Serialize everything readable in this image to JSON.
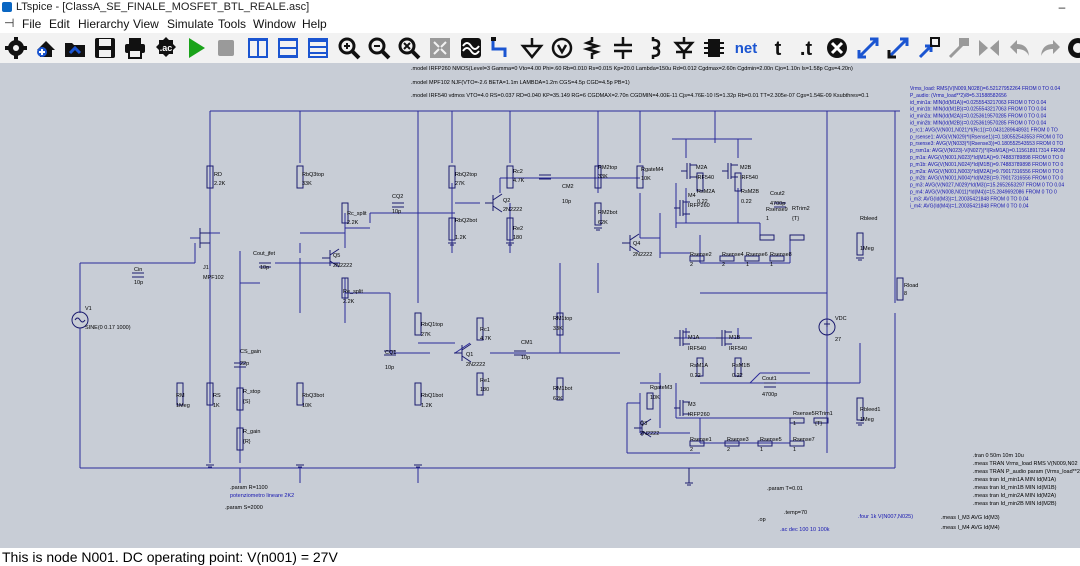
{
  "window": {
    "title": "LTspice - [ClassA_SE_FINALE_MOSFET_BTL_REALE.asc]",
    "app_icon": "ltspice-icon"
  },
  "menu": [
    "File",
    "Edit",
    "Hierarchy",
    "View",
    "Simulate",
    "Tools",
    "Window",
    "Help"
  ],
  "toolbar": [
    {
      "name": "settings",
      "icon": "gear-icon"
    },
    {
      "name": "new-schematic",
      "icon": "new-schematic-icon"
    },
    {
      "name": "open",
      "icon": "open-folder-icon"
    },
    {
      "name": "save",
      "icon": "save-icon"
    },
    {
      "name": "print",
      "icon": "print-icon"
    },
    {
      "name": "spice-directive-file",
      "icon": "ac-icon"
    },
    {
      "name": "run",
      "icon": "run-icon"
    },
    {
      "name": "halt",
      "icon": "halt-icon"
    },
    {
      "name": "tile-vertical",
      "icon": "tile-vertical-icon"
    },
    {
      "name": "tile-horizontal",
      "icon": "tile-horizontal-icon"
    },
    {
      "name": "cascade",
      "icon": "cascade-icon"
    },
    {
      "name": "zoom-in",
      "icon": "zoom-in-icon"
    },
    {
      "name": "zoom-out",
      "icon": "zoom-out-icon"
    },
    {
      "name": "zoom-fit",
      "icon": "zoom-fit-icon"
    },
    {
      "name": "zoom-area",
      "icon": "zoom-area-icon"
    },
    {
      "name": "waveform",
      "icon": "waveform-icon"
    },
    {
      "name": "draw-wire",
      "icon": "wire-icon"
    },
    {
      "name": "ground",
      "icon": "ground-icon"
    },
    {
      "name": "net-label",
      "icon": "net-label-icon"
    },
    {
      "name": "resistor",
      "icon": "resistor-icon"
    },
    {
      "name": "capacitor",
      "icon": "capacitor-icon"
    },
    {
      "name": "inductor",
      "icon": "inductor-icon"
    },
    {
      "name": "diode",
      "icon": "diode-icon"
    },
    {
      "name": "component",
      "icon": "component-icon"
    },
    {
      "name": "netlist",
      "icon": "netlist-icon",
      "label": "net"
    },
    {
      "name": "label-bold",
      "icon": "text-icon",
      "label": "t"
    },
    {
      "name": "spice-directive",
      "icon": "directive-icon",
      "label": ".t"
    },
    {
      "name": "delete",
      "icon": "delete-icon"
    },
    {
      "name": "move",
      "icon": "move-icon"
    },
    {
      "name": "drag",
      "icon": "drag-icon"
    },
    {
      "name": "duplicate",
      "icon": "duplicate-icon"
    },
    {
      "name": "paste",
      "icon": "paste-icon"
    },
    {
      "name": "mirror",
      "icon": "mirror-icon"
    },
    {
      "name": "undo",
      "icon": "undo-icon"
    },
    {
      "name": "redo",
      "icon": "redo-icon"
    },
    {
      "name": "find",
      "icon": "find-icon"
    }
  ],
  "directives_top": [
    ".model IRFP260 NMOS(Level=3 Gamma=0 Vto=4.00 Phi=.60 Rb=0.010 Rs=0.015 Kp=20.0 Lambda=150u Rd=0.012 Cgdmax=2.60n Cgdmin=2.00n Cjo=1.10n Is=1.58p Cgs=4.20n)",
    ".model MPF102 NJF(VTO=-2.6 BETA=1.1m LAMBDA=1.2m CGS=4.5p CGD=4.5p PB=1)",
    ".model IRF540 vdmos VTO=4.0 RS=0.037 RD=0.040 KP=35.149 RG=6 CGDMAX=2.70n CGDMIN=4.00E-11 Cjs=4.76E-10 IS=1.32p Rb=0.01 TT=2.305e-07 Cgs=1.54E-09 Ksubthres=0.1"
  ],
  "meas_right": [
    "Vrms_load: RMS(V(N009,N028))=6.52127952264 FROM 0 TO 0.04",
    "P_audio: (Vrms_load**2)/8=5.31588582656",
    "id_min1a: MIN(Id(M1A))=0.0255543217063 FROM 0 TO 0.04",
    "id_min1b: MIN(Id(M1B))=0.0255543217063 FROM 0 TO 0.04",
    "id_min2a: MIN(Id(M2A))=0.0253619570285 FROM 0 TO 0.04",
    "id_min2b: MIN(Id(M2B))=0.0253619570285 FROM 0 TO 0.04",
    "p_rc1: AVG(V(N001,N021)*I(Rc1))=0.0431289648931 FROM 0 TO",
    "p_rsense1: AVG(V(N029)*I(Rsense1))=0.180552543553 FROM 0 TO",
    "p_rsense3: AVG(V(N033)*I(Rsense3))=0.180552543553 FROM 0 TO",
    "p_rsm1a: AVG(V(N023)-V(N027))*I(RsM1A))=0.115618917314 FROM",
    "p_m1a: AVG(V(N001,N023)*Id(M1A))=9.74883789898 FROM 0 TO 0",
    "p_m1b: AVG(V(N001,N024)*Id(M1B))=9.74883789898 FROM 0 TO 0",
    "p_m2a: AVG(V(N001,N003)*Id(M2A))=9.79017316556 FROM 0 TO 0",
    "p_m2b: AVG(V(N001,N004)*Id(M2B))=9.79017316556 FROM 0 TO 0",
    "p_m3: AVG(V(N027,N029)*Id(M3))=15.2652653297 FROM 0 TO 0.04",
    "p_m4: AVG(V(N008,N011)*Id(M4))=15.2849692086 FROM 0 TO 0",
    "i_m3: AVG(Id(M3))=1.20035421848 FROM 0 TO 0.04",
    "i_m4: AVG(Id(M4))=1.20035421848 FROM 0 TO 0.04"
  ],
  "directives_bottom_right": [
    ".tran 0 50m 10m 10u",
    ".meas TRAN Vrms_load RMS V(N009,N02",
    ".meas TRAN P_audio param (Vrms_load**2",
    ".meas tran Id_min1A MIN Id(M1A)",
    ".meas tran Id_min1B MIN Id(M1B)",
    ".meas tran Id_min2A MIN Id(M2A)",
    ".meas tran Id_min2B MIN Id(M2B)"
  ],
  "directives_bottom": {
    "param_r": ".param R=1100",
    "pot_comment": "potenziometro lineare 2K2",
    "param_s": ".param S=2000",
    "param_t": ".param T=0.01",
    "temp": ".temp=70",
    "op": ".op",
    "ac": ".ac dec 100 10 100k",
    "four": ".four 1k V(N007,N025)",
    "meas_i_m3": ".meas I_M3 AVG Id(M3)",
    "meas_i_m4": ".meas I_M4 AVG Id(M4)"
  },
  "components": {
    "rd": {
      "name": "RD",
      "value": "2.2K"
    },
    "rbq3top": {
      "name": "RbQ3top",
      "value": "33K"
    },
    "rbq2top": {
      "name": "RbQ2top",
      "value": "27K"
    },
    "rc2": {
      "name": "Rc2",
      "value": "4.7K"
    },
    "rm2top": {
      "name": "RM2top",
      "value": "33K"
    },
    "rgatem4": {
      "name": "RgateM4",
      "value": "10K"
    },
    "m2a": {
      "name": "M2A",
      "value": "IRF540"
    },
    "m2b": {
      "name": "M2B",
      "value": "IRF540"
    },
    "rsm2a": {
      "name": "RsM2A",
      "value": "0.22"
    },
    "rsm2b": {
      "name": "RsM2B",
      "value": "0.22"
    },
    "cout2": {
      "name": "Cout2",
      "value": "4700p"
    },
    "cq2": {
      "name": "CQ2",
      "value": "10p"
    },
    "rc_split": {
      "name": "Rc_split",
      "value": "2.2K"
    },
    "q2": {
      "name": "Q2",
      "value": "2N2222"
    },
    "cm2": {
      "name": "CM2",
      "value": "10p"
    },
    "rbq2bot": {
      "name": "RbQ2bot",
      "value": "1.2K"
    },
    "re2": {
      "name": "Re2",
      "value": "180"
    },
    "rm2bot": {
      "name": "RM2bot",
      "value": "62K"
    },
    "m4": {
      "name": "M4",
      "value": "IRFP260"
    },
    "rsense9": {
      "name": "Rsense9",
      "value": "1"
    },
    "rtrim2": {
      "name": "RTrim2",
      "value": "{T}"
    },
    "rbleed": {
      "name": "Rbleed",
      "value": "1Meg"
    },
    "q4": {
      "name": "Q4",
      "value": "2N2222"
    },
    "rsense2": {
      "name": "Rsense2",
      "value": "2"
    },
    "rsense4": {
      "name": "Rsense4",
      "value": "2"
    },
    "rsense6": {
      "name": "Rsense6",
      "value": "1"
    },
    "rsense8": {
      "name": "Rsense8",
      "value": "1"
    },
    "cout_jfet": {
      "name": "Cout_jfet",
      "value": "10p"
    },
    "j1": {
      "name": "J1",
      "value": "MPF102"
    },
    "q5": {
      "name": "Q5",
      "value": "2N2222"
    },
    "cin": {
      "name": "Cin",
      "value": "10p"
    },
    "re_split": {
      "name": "Re_split",
      "value": "2.2K"
    },
    "rload": {
      "name": "Rload",
      "value": "8"
    },
    "v1": {
      "name": "V1",
      "value": "SINE(0 0.17 1000)"
    },
    "rm1top": {
      "name": "RM1top",
      "value": "33K"
    },
    "vdc": {
      "name": "VDC",
      "value": "27"
    },
    "rbq1top": {
      "name": "RbQ1top",
      "value": "27K"
    },
    "rc1": {
      "name": "Rc1",
      "value": "4.7K"
    },
    "m1a": {
      "name": "M1A",
      "value": "IRF540"
    },
    "m1b": {
      "name": "M1B",
      "value": "IRF540"
    },
    "cs_gain": {
      "name": "CS_gain",
      "value": "22p"
    },
    "cq1": {
      "name": "CQ1",
      "value": "10p"
    },
    "q1": {
      "name": "Q1",
      "value": "2N2222"
    },
    "cm1": {
      "name": "CM1",
      "value": "10p"
    },
    "rsm1a": {
      "name": "RsM1A",
      "value": "0.22"
    },
    "rsm1b": {
      "name": "RsM1B",
      "value": "0.22"
    },
    "cout1": {
      "name": "Cout1",
      "value": "4700p"
    },
    "rm": {
      "name": "RM",
      "value": "1Meg"
    },
    "rs": {
      "name": "RS",
      "value": "1K"
    },
    "r_stop": {
      "name": "R_stop",
      "value": "{S}"
    },
    "rbq3bot": {
      "name": "RbQ3bot",
      "value": "10K"
    },
    "rbq1bot": {
      "name": "RbQ1bot",
      "value": "1.2K"
    },
    "re1": {
      "name": "Re1",
      "value": "180"
    },
    "rm1bot": {
      "name": "RM1bot",
      "value": "62K"
    },
    "rgatem3": {
      "name": "RgateM3",
      "value": "10K"
    },
    "m3": {
      "name": "M3",
      "value": "IRFP260"
    },
    "rsense5": {
      "name": "Rsense5",
      "value": "1"
    },
    "rtrim1": {
      "name": "RTrim1",
      "value": "{T}"
    },
    "rbleed1": {
      "name": "Rbleed1",
      "value": "1Meg"
    },
    "r_gain": {
      "name": "R_gain",
      "value": "{R}"
    },
    "q3": {
      "name": "Q3",
      "value": "2N2222"
    },
    "rsense1": {
      "name": "Rsense1",
      "value": "2"
    },
    "rsense3": {
      "name": "Rsense3",
      "value": "2"
    },
    "rsense5b": {
      "name": "Rsense5",
      "value": "1"
    },
    "rsense7": {
      "name": "Rsense7",
      "value": "1"
    }
  },
  "status": "This is node N001.  DC operating point: V(n001) = 27V",
  "colors": {
    "canvas": "#c8cdd6",
    "wire": "#2a2a9a",
    "component": "#1a1a6e",
    "directive": "#000000",
    "meas": "#1515b0",
    "toolbar": "#f2f2f2",
    "run": "#1aa31a"
  }
}
